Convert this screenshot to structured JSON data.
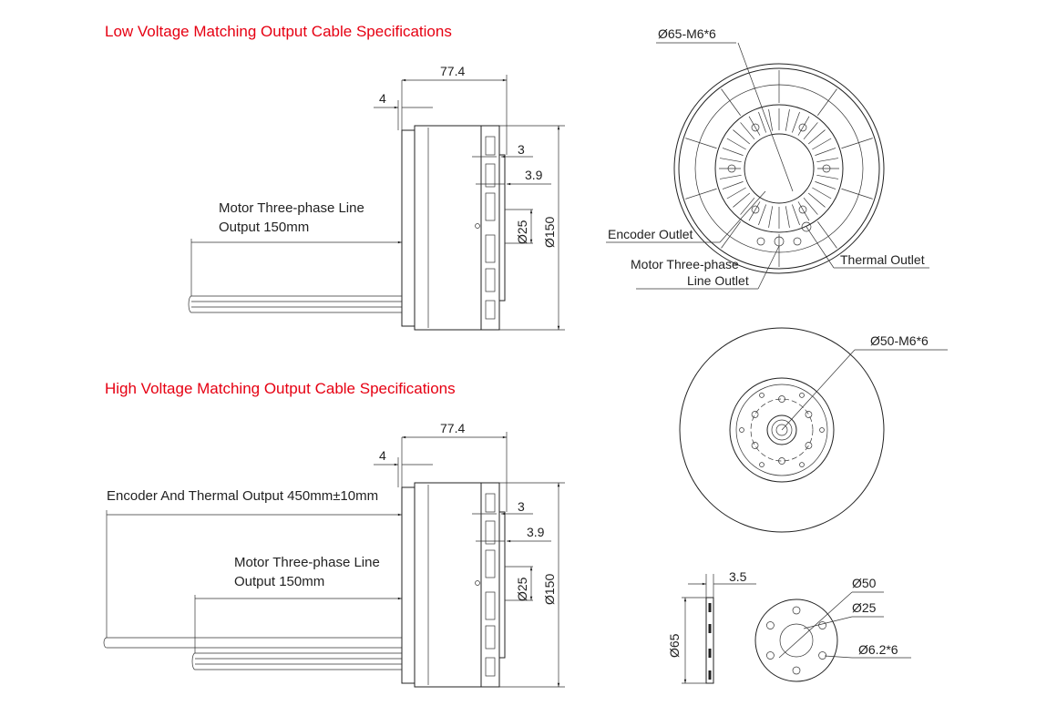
{
  "colors": {
    "title": "#e60012",
    "line": "#222222"
  },
  "low_voltage": {
    "title": "Low Voltage Matching Output Cable Specifications",
    "dim_length": "77.4",
    "dim_flange": "4",
    "dim_3": "3",
    "dim_3_9": "3.9",
    "dim_shaft": "Ø25",
    "dim_diameter": "Ø150",
    "motor_line_1": "Motor Three-phase Line",
    "motor_line_2": "Output 150mm"
  },
  "high_voltage": {
    "title": "High Voltage Matching Output Cable Specifications",
    "dim_length": "77.4",
    "dim_flange": "4",
    "dim_3": "3",
    "dim_3_9": "3.9",
    "dim_shaft": "Ø25",
    "dim_diameter": "Ø150",
    "encoder_line": "Encoder And Thermal Output 450mm±10mm",
    "motor_line_1": "Motor Three-phase Line",
    "motor_line_2": "Output 150mm"
  },
  "rear_view": {
    "holes": "Ø65-M6*6",
    "encoder_outlet": "Encoder Outlet",
    "motor_outlet_1": "Motor Three-phase",
    "motor_outlet_2": "Line Outlet",
    "thermal_outlet": "Thermal Outlet"
  },
  "front_view": {
    "holes": "Ø50-M6*6"
  },
  "flange": {
    "thickness": "3.5",
    "diameter": "Ø65",
    "outer": "Ø50",
    "inner": "Ø25",
    "holes": "Ø6.2*6"
  }
}
